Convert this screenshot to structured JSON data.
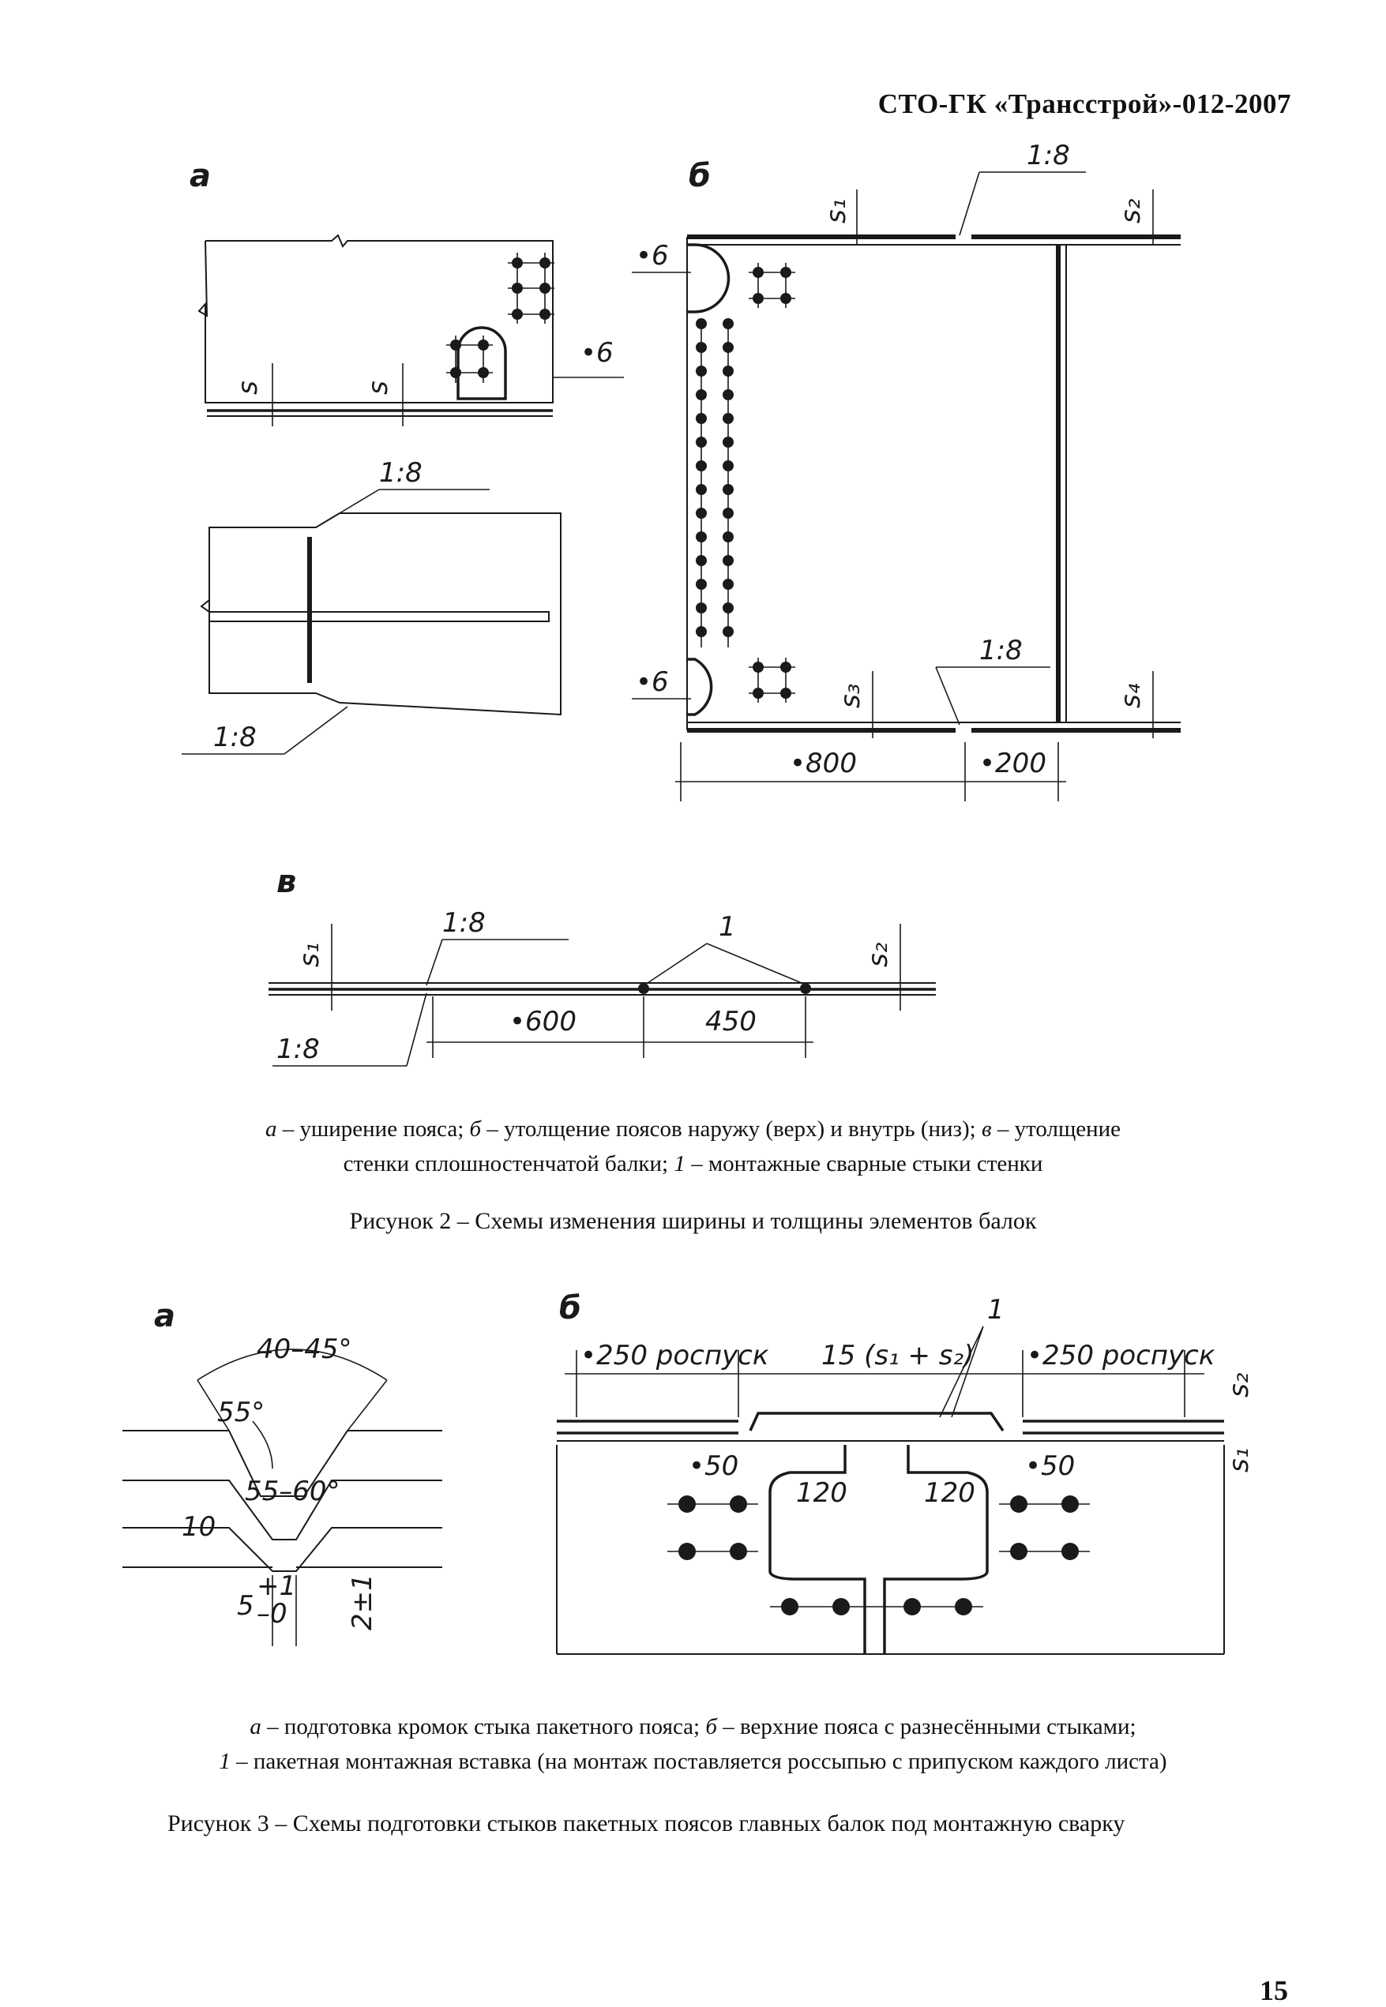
{
  "header": {
    "code": "СТО-ГК «Трансстрой»-012-2007"
  },
  "figure2": {
    "panel_a": "а",
    "panel_b": "б",
    "panel_c": "в",
    "slope_ratio": "1:8",
    "dim_6": "•6",
    "dim_800": "•800",
    "dim_200": "•200",
    "dim_600": "•600",
    "dim_450": "450",
    "thickness_s": "s",
    "thickness_s1": "s₁",
    "thickness_s2": "s₂",
    "thickness_s3": "s₃",
    "thickness_s4": "s₄",
    "callout_1": "1",
    "caption_a_letter": "а",
    "caption_a_text": " – уширение пояса; ",
    "caption_b_letter": "б",
    "caption_b_text": " – утолщение поясов наружу (верх) и внутрь (низ); ",
    "caption_c_letter": "в",
    "caption_c_text": " – утолщение",
    "caption_line2_text": "стенки сплошностенчатой балки; ",
    "caption_1_letter": "1",
    "caption_1_text": " – монтажные сварные стыки стенки",
    "title": "Рисунок 2 – Схемы изменения ширины и толщины элементов балок"
  },
  "figure3": {
    "panel_a": "а",
    "panel_b": "б",
    "angle_40_45": "40–45°",
    "angle_55": "55°",
    "angle_55_60": "55–60°",
    "dim_10": "10",
    "dim_5": "5",
    "tol_5_upper": "+1",
    "tol_5_lower": "–0",
    "dim_2pm1": "2±1",
    "dim_250_left": "•250 роспуск",
    "dim_250_right": "•250 роспуск",
    "dim_15s": "15 (s₁ + s₂)",
    "dim_50_left": "•50",
    "dim_50_right": "•50",
    "dim_120_left": "120",
    "dim_120_right": "120",
    "thickness_s1": "s₁",
    "thickness_s2": "s₂",
    "callout_1": "1",
    "caption_a_letter": "а",
    "caption_a_text": " – подготовка кромок стыка пакетного пояса; ",
    "caption_b_letter": "б",
    "caption_b_text": " – верхние пояса с разнесёнными стыками;",
    "caption_1_letter": "1",
    "caption_1_text": " – пакетная монтажная вставка (на монтаж поставляется россыпью с припуском каждого листа)",
    "title": "Рисунок 3 – Схемы подготовки стыков пакетных поясов главных балок под монтажную сварку"
  },
  "page_number": "15"
}
